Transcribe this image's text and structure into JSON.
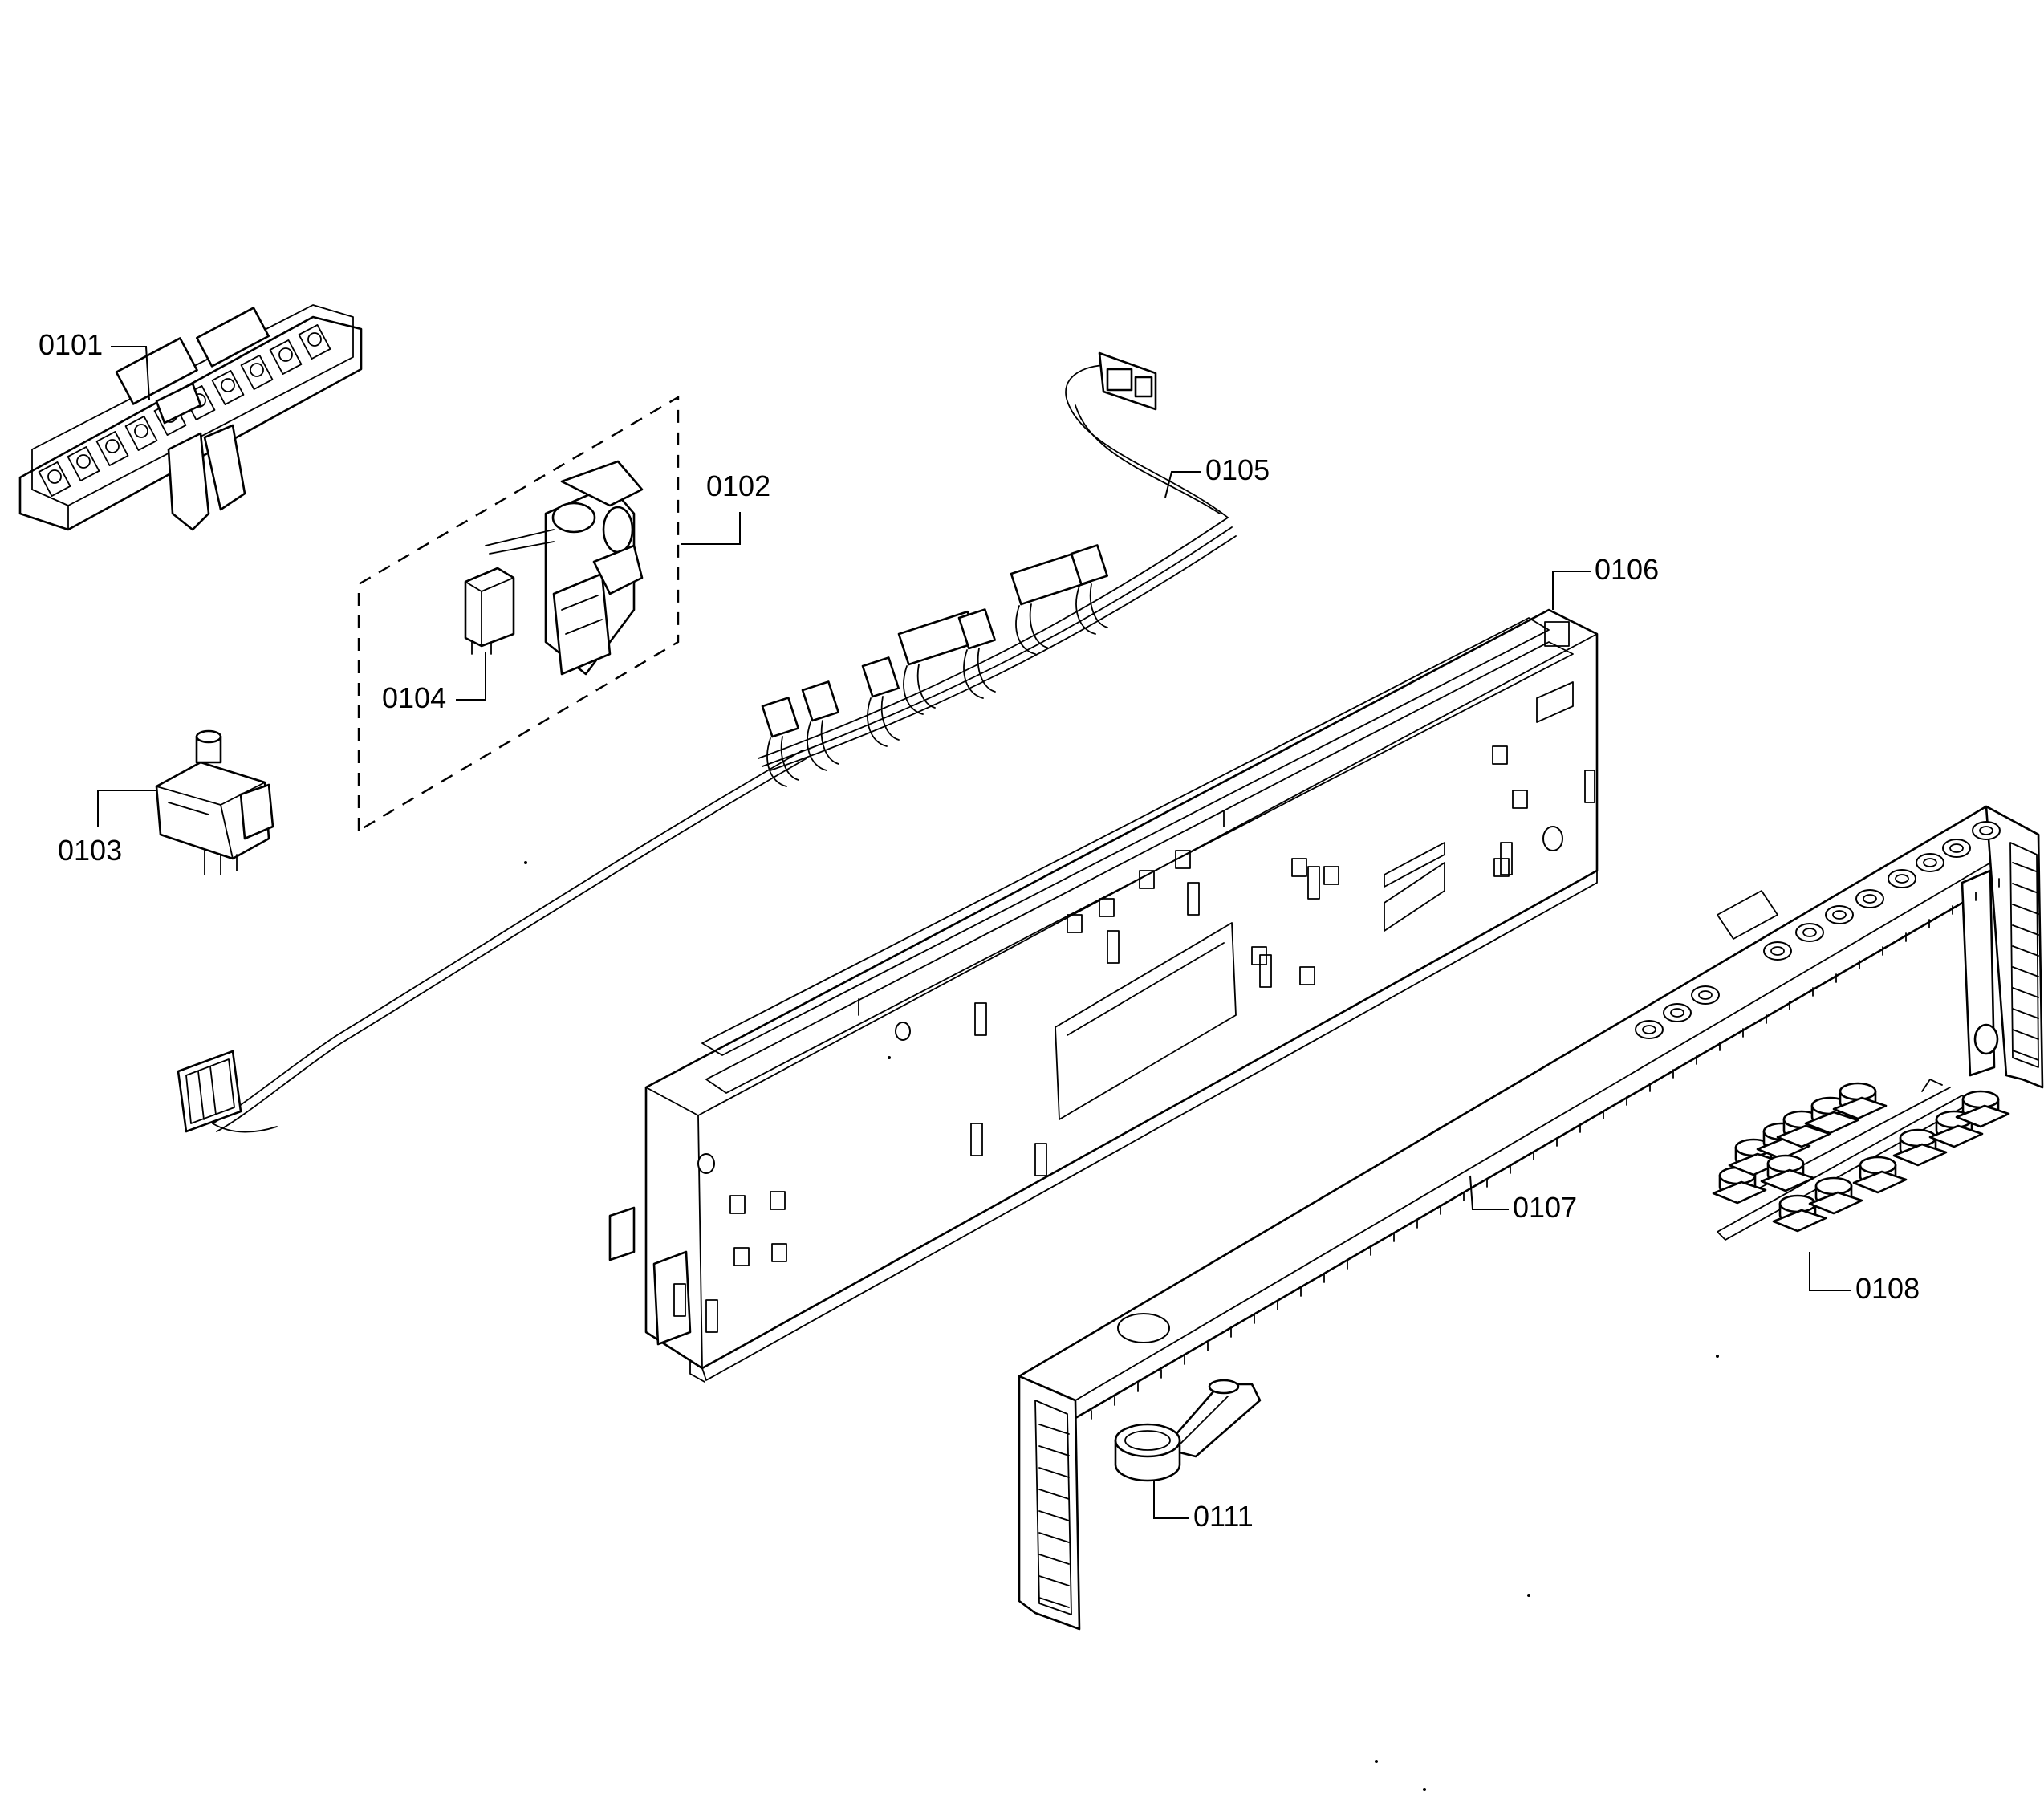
{
  "callouts": {
    "c0101": "0101",
    "c0102": "0102",
    "c0103": "0103",
    "c0104": "0104",
    "c0105": "0105",
    "c0106": "0106",
    "c0107": "0107",
    "c0108": "0108",
    "c0111": "0111"
  }
}
